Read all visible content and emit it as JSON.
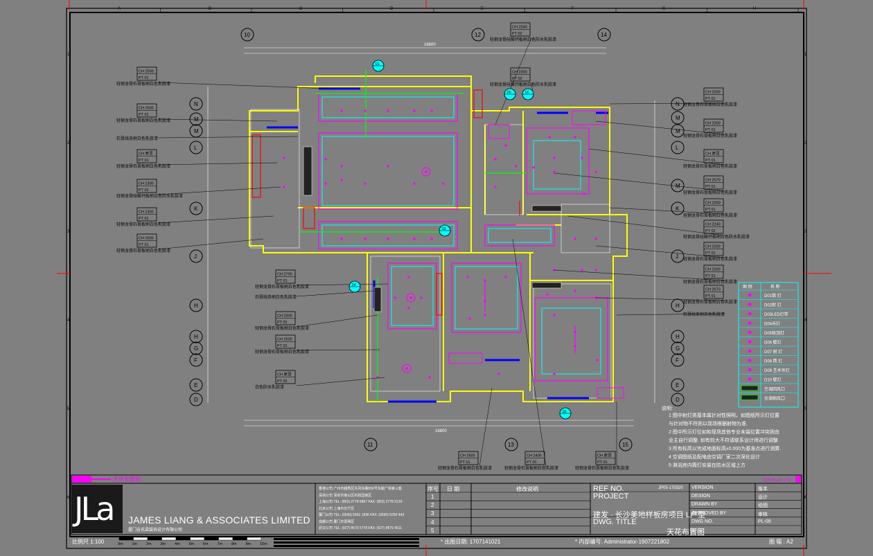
{
  "drawing": {
    "sheet_label": "天花布置图",
    "scale_bar_label": "比例 Scale 1:50",
    "scale_ticks": [
      "0m",
      "1m",
      "2m",
      "3m",
      "4m",
      "5m",
      "6m",
      "7m",
      "8m",
      "9m",
      "10m"
    ],
    "scale_text": "比例尺 1:100",
    "grid_top_letters": [
      "A",
      "B",
      "C",
      "D",
      "E",
      "F",
      "G",
      "H"
    ],
    "grid_side_numbers": [
      "1",
      "2",
      "3",
      "4",
      "5",
      "6"
    ]
  },
  "axes": {
    "top": [
      "10",
      "12",
      "14"
    ],
    "bottom": [
      "11",
      "13",
      "15"
    ],
    "left": [
      "N",
      "M",
      "M",
      "L",
      "K",
      "J",
      "H",
      "H",
      "G",
      "F",
      "E",
      "D"
    ],
    "right": [
      "N",
      "M",
      "M",
      "L",
      "M",
      "K",
      "J",
      "H",
      "H",
      "G",
      "F",
      "E",
      "D"
    ]
  },
  "dimensions": {
    "top_total": "16800",
    "bottom_total": "16800"
  },
  "tags_left": [
    {
      "ch": "CH 2500",
      "pt": "PT 01",
      "note": "轻钢龙骨石膏板刷白色乳胶漆"
    },
    {
      "ch": "CH 2600",
      "pt": "PT 01",
      "note": "轻钢龙骨石膏板刷白色乳胶漆"
    },
    {
      "ch": "",
      "pt": "",
      "note": "石膏线条刷白色乳胶漆"
    },
    {
      "ch": "CH 原顶",
      "pt": "PT 01",
      "note": "轻钢龙骨石膏板刷白色乳胶漆"
    },
    {
      "ch": "CH 2300",
      "pt": "PT 02",
      "note": "轻钢龙骨硅酸钙板刷白色防水乳胶漆"
    },
    {
      "ch": "CH 2300",
      "pt": "PT 01",
      "note": "轻钢龙骨石膏板刷白色乳胶漆"
    },
    {
      "ch": "CH 2600",
      "pt": "PT 01",
      "note": "轻钢龙骨石膏板刷白色乳胶漆"
    }
  ],
  "tags_mid": [
    {
      "ch": "CH 2700",
      "pt": "PT 01",
      "note": "轻钢龙骨石膏板刷白色乳胶漆"
    },
    {
      "ch": "",
      "pt": "",
      "note": "石膏线条刷白色乳胶漆"
    },
    {
      "ch": "CH 2300",
      "pt": "PT 01",
      "note": "轻钢龙骨石膏板刷白色乳胶漆"
    },
    {
      "ch": "CH 2500",
      "pt": "PT 01",
      "note": "轻钢龙骨石膏板刷白色乳胶漆"
    },
    {
      "ch": "CH 原顶",
      "pt": "PT 02",
      "note": "白色防水乳胶漆"
    }
  ],
  "tags_top": [
    {
      "ch": "CH 2240",
      "pt": "PT 02",
      "note": "轻钢龙骨硅酸钙板刷白色防水乳胶漆"
    },
    {
      "ch": "CH 2300",
      "pt": "PT 02",
      "note": "轻钢龙骨硅酸钙板刷白色防水乳胶漆"
    }
  ],
  "tags_right": [
    {
      "ch": "CH 2300",
      "pt": "PT 01",
      "note": "轻钢龙骨石膏板刷白色乳胶漆"
    },
    {
      "ch": "CH 2300",
      "pt": "PT 01",
      "note": "轻钢龙骨石膏板刷白色乳胶漆"
    },
    {
      "ch": "CH 原顶",
      "pt": "PT 01",
      "note": "轻钢龙骨石膏板刷白色乳胶漆"
    },
    {
      "ch": "CH 2670",
      "pt": "PT 01",
      "note": "轻钢龙骨石膏板刷白色乳胶漆"
    },
    {
      "ch": "CH 2300",
      "pt": "PT 01",
      "note": "轻钢龙骨石膏板刷白色乳胶漆"
    },
    {
      "ch": "CH 2240",
      "pt": "PT 02",
      "note": "轻钢龙骨硅酸钙板刷白色防水乳胶漆"
    },
    {
      "ch": "CH 2300",
      "pt": "PT 01",
      "note": "轻钢龙骨石膏板刷白色乳胶漆"
    },
    {
      "ch": "CH 2300",
      "pt": "PT 01",
      "note": "轻钢龙骨石膏板刷白色乳胶漆"
    },
    {
      "ch": "CH 2670",
      "pt": "PT 01",
      "note": "轻钢龙骨石膏板刷白色乳胶漆"
    },
    {
      "ch": "",
      "pt": "",
      "note": "石膏线条刷白色乳胶漆"
    }
  ],
  "tags_bottom": [
    {
      "ch": "CH 2600",
      "pt": "PT 01",
      "note": "轻钢龙骨石膏板刷白色乳胶漆"
    },
    {
      "ch": "CH 2400",
      "pt": "PT 01",
      "note": "轻钢龙骨石膏板刷白色乳胶漆"
    },
    {
      "ch": "CH 原顶",
      "pt": "PT 01",
      "note": "轻钢龙骨石膏板刷白色乳胶漆"
    }
  ],
  "room_markers": [
    "01",
    "02",
    "03",
    "04",
    "05",
    "06"
  ],
  "legend": {
    "header_symbol": "图 例",
    "header_name": "名 称",
    "items": [
      "D01筒 灯",
      "D02射 灯",
      "D03LED灯带",
      "D04吊灯",
      "D05吸顶灯",
      "D06 壁灯",
      "D07 射 灯",
      "D08 筒 灯",
      "D09 艺术吊灯",
      "D10 壁灯",
      "空调回风口",
      "空调侧风口"
    ]
  },
  "notes": {
    "title": "说明:",
    "lines": [
      "1  图中射灯类基本属针对性照明，如图纸所示灯位置",
      "   与针对物不符则以现场根据射物为准.",
      "2  图中所示灯位如和现场其他专业末端位置冲突则由",
      "   业主自行调整. 如有较大不符请联系设计师进行调整",
      "3  所有标高以完成地面标高±0.000为基准点进行测算.",
      "4  空调图纸及配电由空调厂家二次深化设计",
      "5  淋浴房内筒灯安装在防水区域上方"
    ]
  },
  "company": {
    "name": "JAMES LIANG & ASSOCIATES LIMITED",
    "sub": "厦门吉氏梁装饰设计有限公司"
  },
  "offices": [
    "香港公司  广州市越秀区东风东路836号东峻广场第三座",
    "深圳公司  深圳市南山区科技园南区",
    "上海公司  TEL: (852) 2778 5867   FAX: (852) 2778 5133",
    "北京公司  上海市长宁区",
    "厦门公司  TEL: (0590) 5561 1836   FAX: (0590) 5250 443",
    "成都公司  厦门市思明区",
    "武汉公司  TEL: (027) 8673 5778   FAX: (027) 8679 4511"
  ],
  "revisions": {
    "col_no": "序号",
    "col_date": "日 期",
    "col_desc": "修改说明",
    "rows": [
      "1",
      "2",
      "3",
      "4",
      "5"
    ]
  },
  "info": {
    "ref_label": "REF NO.",
    "ref_value": "JP05-170320",
    "project_label": "PROJECT",
    "project_name": "建发 · 长沙美地样板房项目 L户型",
    "title_label": "DWG. TITLE",
    "title_value": "天花布置图"
  },
  "signoff": [
    {
      "en": "VERSION",
      "cn": "版本"
    },
    {
      "en": "DESIGN",
      "cn": "设计"
    },
    {
      "en": "DRAWN BY",
      "cn": "绘图"
    },
    {
      "en": "APPROVED BY",
      "cn": "审核"
    },
    {
      "en": "DWG NO.",
      "cn": "PL-09"
    }
  ],
  "footer": {
    "print_date": "* 出图日期: 1707141021",
    "internal_id": "* 内部编号: Administrator-1907221802",
    "sheet_size": "图 幅 : A2"
  },
  "colors": {
    "bg": "#808080",
    "wall": "#ffff00",
    "ceiling": "#ff00ff",
    "cyan": "#00ffff",
    "blue": "#0000ff",
    "red": "#ff0000",
    "green": "#00ff00",
    "white": "#ffffff"
  }
}
